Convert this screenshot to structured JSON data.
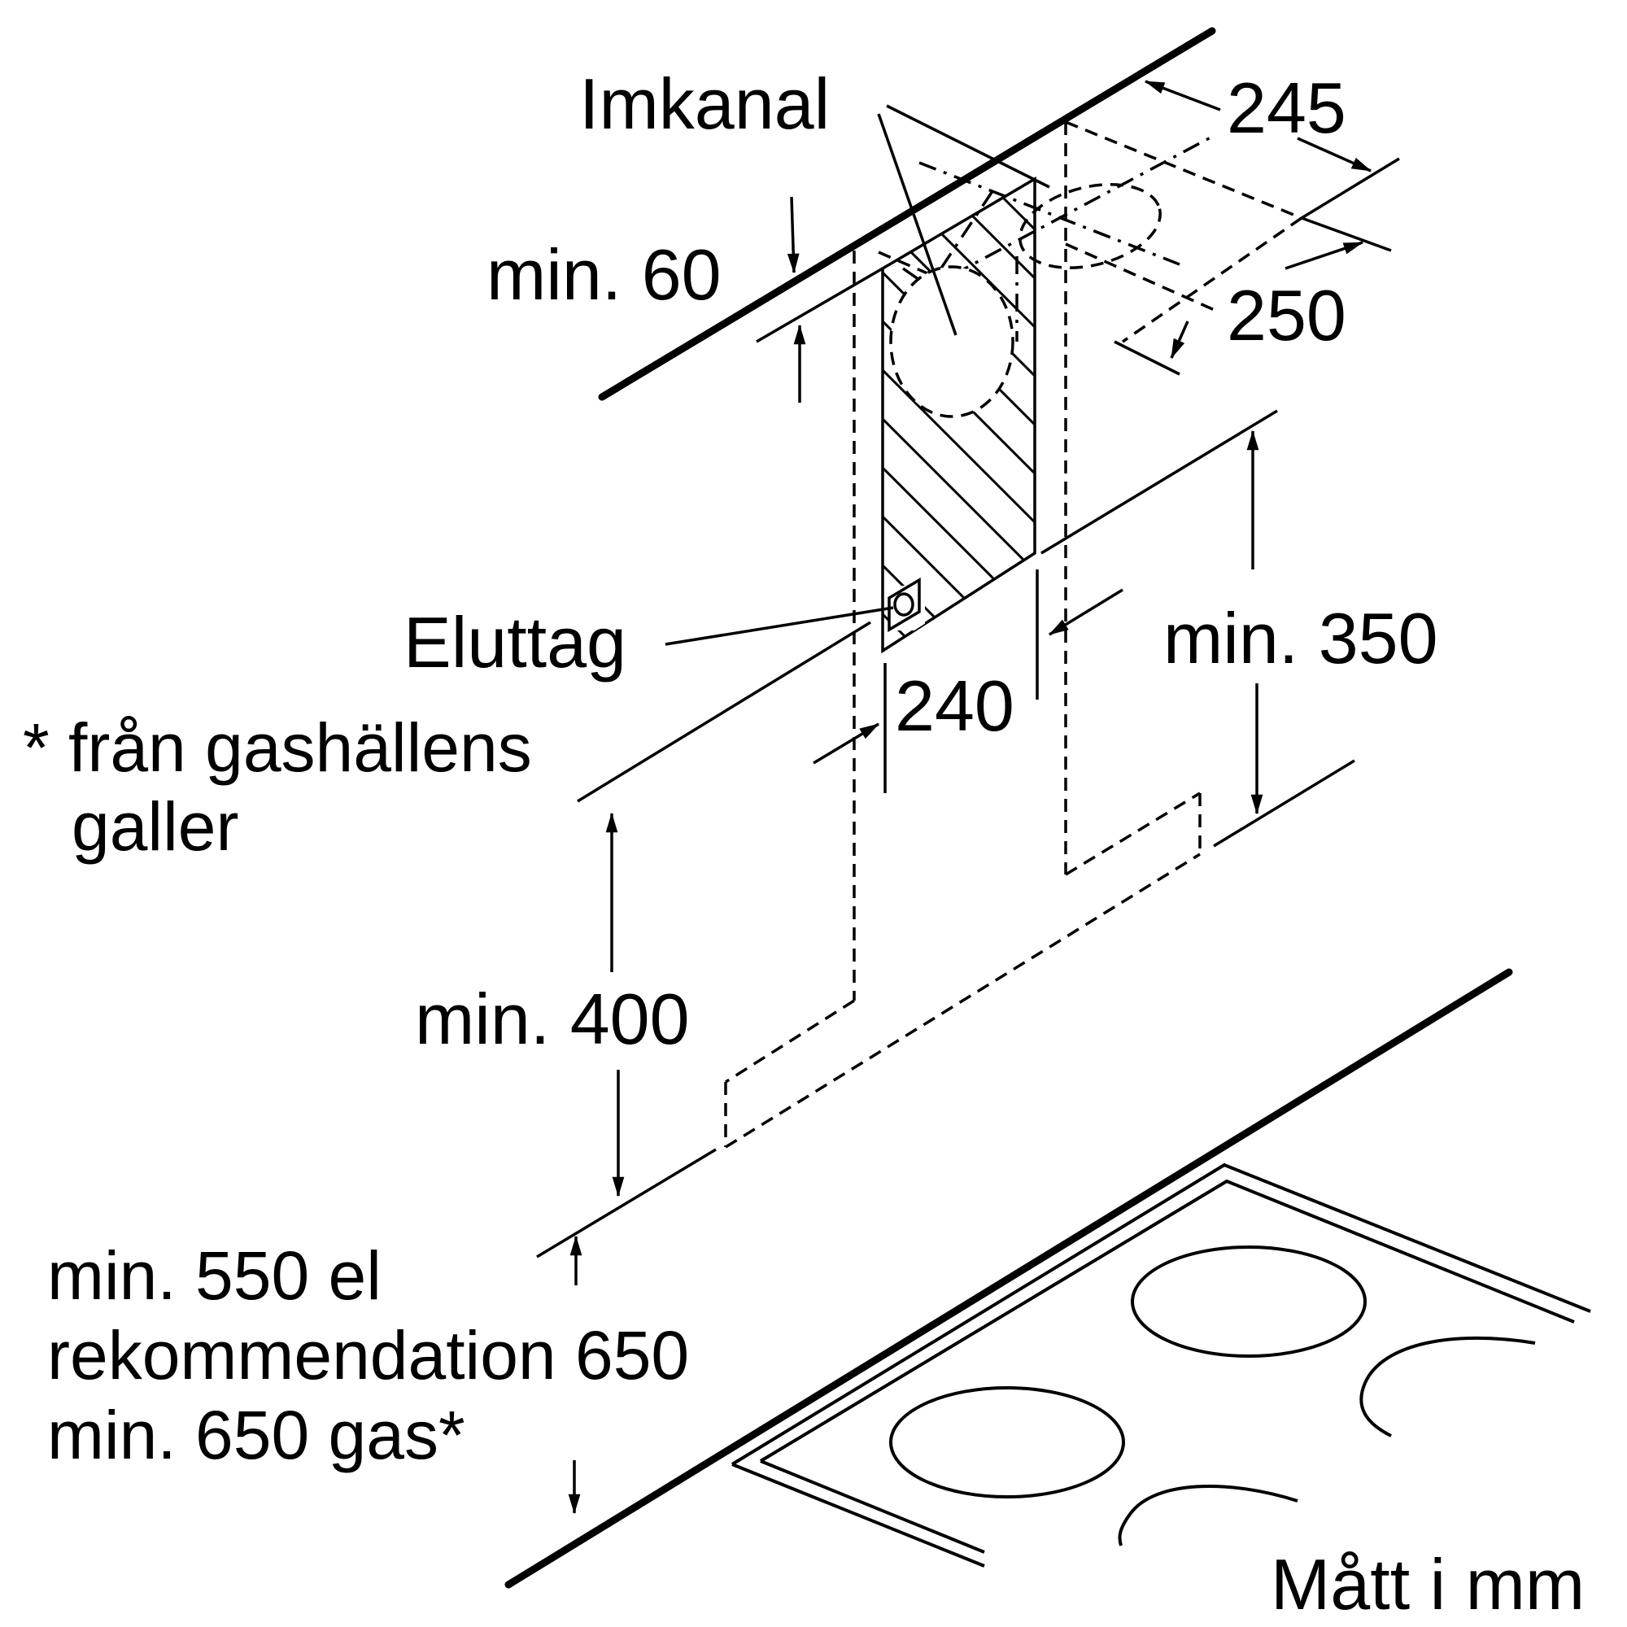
{
  "labels": {
    "duct": "Imkanal",
    "top_gap": "min. 60",
    "width_245": "245",
    "depth_250": "250",
    "socket": "Eluttag",
    "socket_offset": "240",
    "min_350": "min. 350",
    "min_400": "min. 400",
    "gas_note_line1": "* från gashällens",
    "gas_note_line2": "galler",
    "height_line1": "min. 550 el",
    "height_line2": "rekommendation 650",
    "height_line3": "min. 650 gas*",
    "units": "Mått i mm"
  }
}
